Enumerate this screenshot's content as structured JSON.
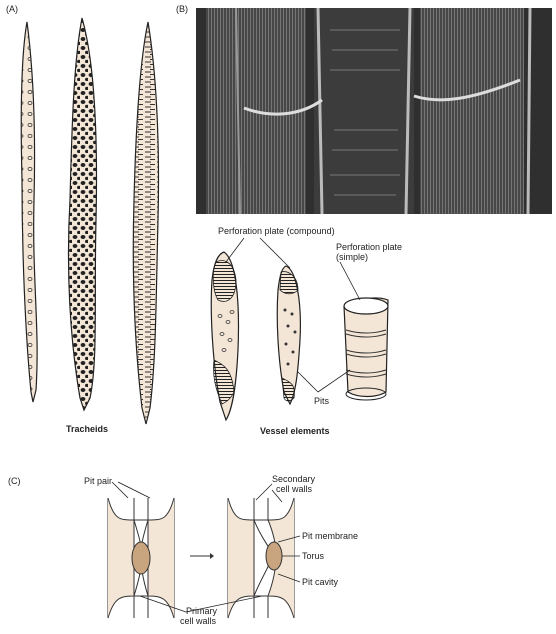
{
  "panels": {
    "a": {
      "letter": "(A)",
      "caption": "Tracheids"
    },
    "b": {
      "letter": "(B)",
      "caption": "Vessel elements",
      "label_compound": "Perforation plate (compound)",
      "label_simple_line1": "Perforation plate",
      "label_simple_line2": "(simple)",
      "label_pits": "Pits"
    },
    "c": {
      "letter": "(C)",
      "label_pit_pair": "Pit pair",
      "label_secondary_line1": "Secondary",
      "label_secondary_line2": "cell walls",
      "label_pit_membrane": "Pit membrane",
      "label_torus": "Torus",
      "label_pit_cavity": "Pit cavity",
      "label_primary_line1": "Primary",
      "label_primary_line2": "cell walls"
    }
  },
  "colors": {
    "cell_fill": "#f4e6d6",
    "torus": "#c9a57f",
    "ink": "#222222",
    "micrograph_dark": "#3a3a3a"
  }
}
